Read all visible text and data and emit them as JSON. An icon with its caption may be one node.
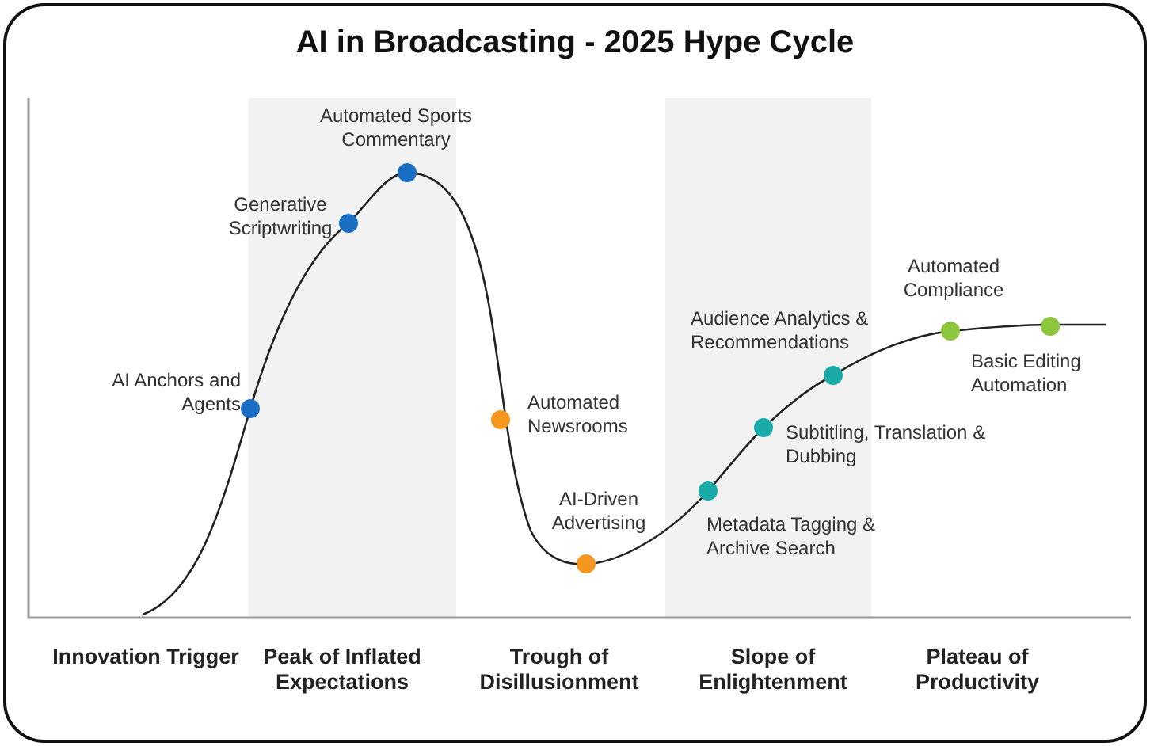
{
  "diagram": {
    "title": "AI in Broadcasting - 2025 Hype Cycle",
    "labels": [
      "Automated Sports Commentary",
      "Generative Scriptwriting",
      "Automated Compliance",
      "Audience Analytics & Recommendations",
      "Basic Editing Automation",
      "AI Anchors and Agents",
      "Automated Newsrooms",
      "Subtitling, Translation & Dubbing",
      "AI-Driven Advertising",
      "Metadata Tagging & Archive Search",
      "Innovation Trigger",
      "Peak of Inflated Expectations",
      "Trough of Disillusionment",
      "Slope of Enlightenment",
      "Plateau of Productivity"
    ]
  }
}
